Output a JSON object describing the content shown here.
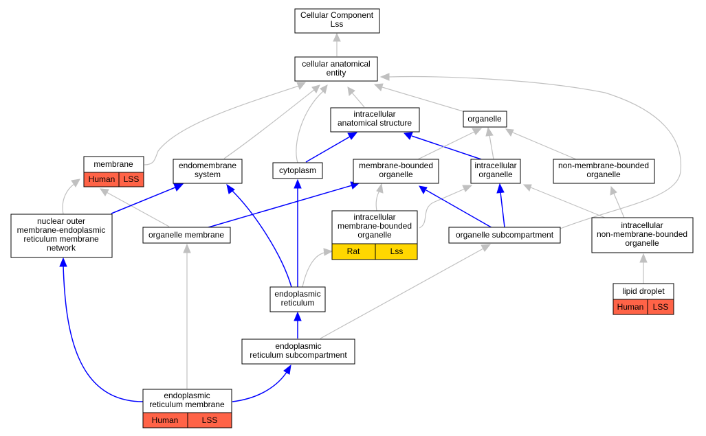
{
  "colors": {
    "node_border": "#000000",
    "node_fill": "#ffffff",
    "human_lss_tag": "#ff6347",
    "rat_lss_tag": "#ffd700",
    "gray_edge": "#c0c0c0",
    "blue_edge": "#0000ff"
  },
  "nodes": {
    "root": [
      "Cellular Component",
      "Lss"
    ],
    "cae": [
      "cellular anatomical",
      "entity"
    ],
    "ias": [
      "intracellular",
      "anatomical structure"
    ],
    "organelle": [
      "organelle"
    ],
    "membrane": [
      "membrane"
    ],
    "endomembrane": [
      "endomembrane",
      "system"
    ],
    "cytoplasm": [
      "cytoplasm"
    ],
    "mbo": [
      "membrane-bounded",
      "organelle"
    ],
    "io": [
      "intracellular",
      "organelle"
    ],
    "nmbo": [
      "non-membrane-bounded",
      "organelle"
    ],
    "nom": [
      "nuclear outer",
      "membrane-endoplasmic",
      "reticulum membrane",
      "network"
    ],
    "om": [
      "organelle membrane"
    ],
    "imbo": [
      "intracellular",
      "membrane-bounded",
      "organelle"
    ],
    "os": [
      "organelle subcompartment"
    ],
    "inmbo": [
      "intracellular",
      "non-membrane-bounded",
      "organelle"
    ],
    "er": [
      "endoplasmic",
      "reticulum"
    ],
    "ld": [
      "lipid droplet"
    ],
    "ers": [
      "endoplasmic",
      "reticulum subcompartment"
    ],
    "erm": [
      "endoplasmic",
      "reticulum membrane"
    ]
  },
  "tags": {
    "membrane": [
      "Human",
      "LSS"
    ],
    "imbo": [
      "Rat",
      "Lss"
    ],
    "ld": [
      "Human",
      "LSS"
    ],
    "erm": [
      "Human",
      "LSS"
    ]
  }
}
